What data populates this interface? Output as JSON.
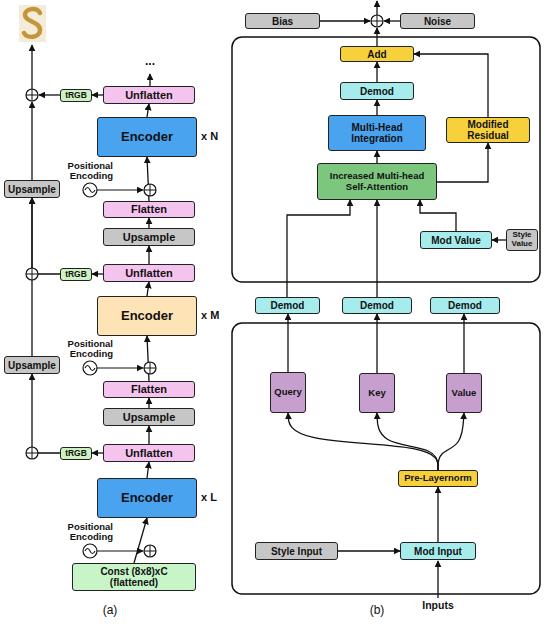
{
  "diagram": {
    "nodes": [
      {
        "text": [
          "Unflatten"
        ]
      },
      {
        "text": [
          "tRGB"
        ]
      },
      {
        "text": [
          "Encoder"
        ]
      },
      {
        "text": [
          "Upsample"
        ]
      },
      {
        "text": [
          "Flatten"
        ]
      },
      {
        "text": [
          "Upsample"
        ]
      },
      {
        "text": [
          "Unflatten"
        ]
      },
      {
        "text": [
          "tRGB"
        ]
      },
      {
        "text": [
          "Encoder"
        ]
      },
      {
        "text": [
          "Upsample"
        ]
      },
      {
        "text": [
          "Flatten"
        ]
      },
      {
        "text": [
          "Upsample"
        ]
      },
      {
        "text": [
          "Unflatten"
        ]
      },
      {
        "text": [
          "tRGB"
        ]
      },
      {
        "text": [
          "Encoder"
        ]
      },
      {
        "text": [
          "Const (8x8)xC (flattened)"
        ]
      },
      {
        "text": [
          "Bias"
        ]
      },
      {
        "text": [
          "Noise"
        ]
      },
      {
        "text": [
          "Add"
        ]
      },
      {
        "text": [
          "Demod"
        ]
      },
      {
        "text": [
          "Multi-Head Integration"
        ]
      },
      {
        "text": [
          "Modified Residual"
        ]
      },
      {
        "text": [
          "Increased Multi-head Self-Attention"
        ]
      },
      {
        "text": [
          "Mod Value"
        ]
      },
      {
        "text": [
          "Style Value"
        ]
      },
      {
        "text": [
          "Demod"
        ]
      },
      {
        "text": [
          "Demod"
        ]
      },
      {
        "text": [
          "Demod"
        ]
      },
      {
        "text": [
          "Query"
        ]
      },
      {
        "text": [
          "Key"
        ]
      },
      {
        "text": [
          "Value"
        ]
      },
      {
        "text": [
          "Pre-Layernorm"
        ]
      },
      {
        "text": [
          "Style Input"
        ]
      },
      {
        "text": [
          "Mod Input"
        ]
      }
    ],
    "edges": [
      {
        "from": 15,
        "to": 14,
        "arrow": "to"
      },
      {
        "from": 14,
        "to": 12,
        "arrow": "to"
      },
      {
        "from": 12,
        "to": 11,
        "arrow": "to"
      },
      {
        "from": 11,
        "to": 10,
        "arrow": "to"
      },
      {
        "from": 10,
        "to": 8,
        "arrow": "to"
      },
      {
        "from": 8,
        "to": 6,
        "arrow": "to"
      },
      {
        "from": 6,
        "to": 5,
        "arrow": "to"
      },
      {
        "from": 5,
        "to": 4,
        "arrow": "to"
      },
      {
        "from": 4,
        "to": 2,
        "arrow": "to"
      },
      {
        "from": 2,
        "to": 0,
        "arrow": "to"
      },
      {
        "from": 12,
        "to": 13,
        "arrow": "to"
      },
      {
        "from": 6,
        "to": 7,
        "arrow": "to"
      },
      {
        "from": 0,
        "to": 1,
        "arrow": "to"
      },
      {
        "from": 13,
        "to": 9,
        "arrow": "to"
      },
      {
        "from": 9,
        "to": 3,
        "arrow": "to"
      },
      {
        "from": 7,
        "to": 3,
        "arrow": "to"
      },
      {
        "from": 33,
        "to": 31,
        "arrow": "to"
      },
      {
        "from": 32,
        "to": 33,
        "arrow": "to"
      },
      {
        "from": 31,
        "to": 28,
        "arrow": "to"
      },
      {
        "from": 31,
        "to": 29,
        "arrow": "to"
      },
      {
        "from": 31,
        "to": 30,
        "arrow": "to"
      },
      {
        "from": 28,
        "to": 25,
        "arrow": "to"
      },
      {
        "from": 29,
        "to": 26,
        "arrow": "to"
      },
      {
        "from": 30,
        "to": 27,
        "arrow": "to"
      },
      {
        "from": 25,
        "to": 22,
        "arrow": "to"
      },
      {
        "from": 26,
        "to": 22,
        "arrow": "to"
      },
      {
        "from": 24,
        "to": 23,
        "arrow": "to"
      },
      {
        "from": 23,
        "to": 22,
        "arrow": "to"
      },
      {
        "from": 22,
        "to": 21,
        "arrow": "to"
      },
      {
        "from": 22,
        "to": 20,
        "arrow": "to"
      },
      {
        "from": 20,
        "to": 19,
        "arrow": "to"
      },
      {
        "from": 19,
        "to": 18,
        "arrow": "to"
      },
      {
        "from": 21,
        "to": 18,
        "arrow": "to"
      }
    ],
    "labels": [
      "...",
      "x N",
      "Positional Encoding",
      "x M",
      "Positional Encoding",
      "x L",
      "Positional Encoding",
      "(a)",
      "Inputs",
      "(b)"
    ]
  }
}
